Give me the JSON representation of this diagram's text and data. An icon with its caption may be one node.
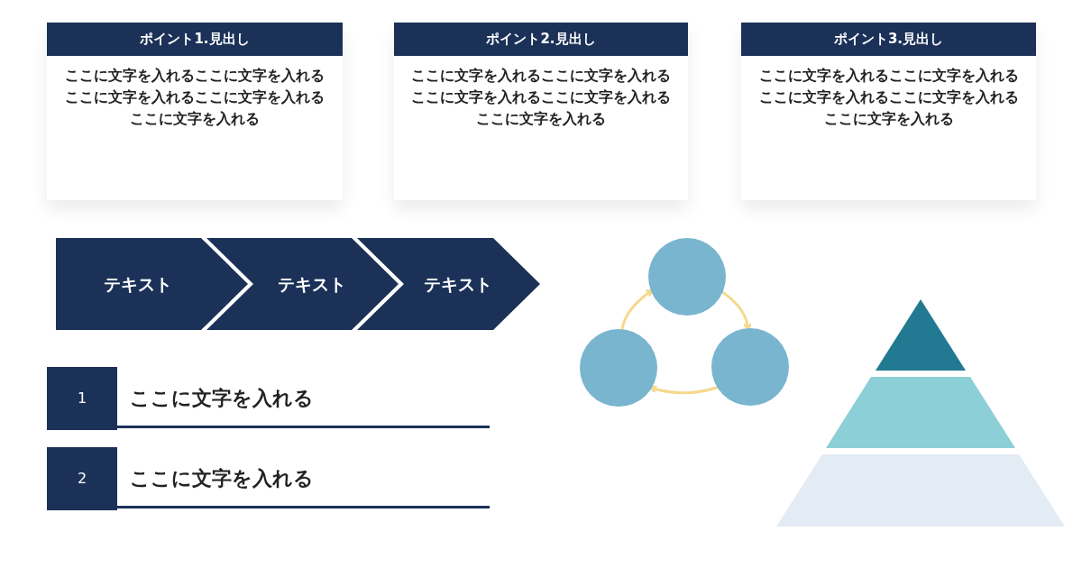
{
  "diagram": {
    "nodes": [
      {
        "text": [
          "ポイント1.見出し",
          "ここに文字を入れるここに文字を入れるここに文字を入れるここに文字を入れるここに文字を入れる"
        ]
      },
      {
        "text": [
          "ポイント2.見出し",
          "ここに文字を入れるここに文字を入れるここに文字を入れるここに文字を入れるここに文字を入れる"
        ]
      },
      {
        "text": [
          "ポイント3.見出し",
          "ここに文字を入れるここに文字を入れるここに文字を入れるここに文字を入れるここに文字を入れる"
        ]
      },
      {
        "text": [
          "テキスト"
        ]
      },
      {
        "text": [
          "テキスト"
        ]
      },
      {
        "text": [
          "テキスト"
        ]
      },
      {
        "text": [
          "1",
          "ここに文字を入れる"
        ]
      },
      {
        "text": [
          "2",
          "ここに文字を入れる"
        ]
      },
      {
        "text": [],
        "shape": "circle"
      },
      {
        "text": [],
        "shape": "circle"
      },
      {
        "text": [],
        "shape": "circle"
      },
      {
        "text": [],
        "shape": "triangle"
      },
      {
        "text": [],
        "shape": "trapezoid"
      },
      {
        "text": [],
        "shape": "trapezoid"
      }
    ],
    "edges": [
      {
        "from": 8,
        "to": 9,
        "arrow": "to"
      },
      {
        "from": 9,
        "to": 10,
        "arrow": "to"
      },
      {
        "from": 10,
        "to": 8,
        "arrow": "to"
      }
    ]
  }
}
